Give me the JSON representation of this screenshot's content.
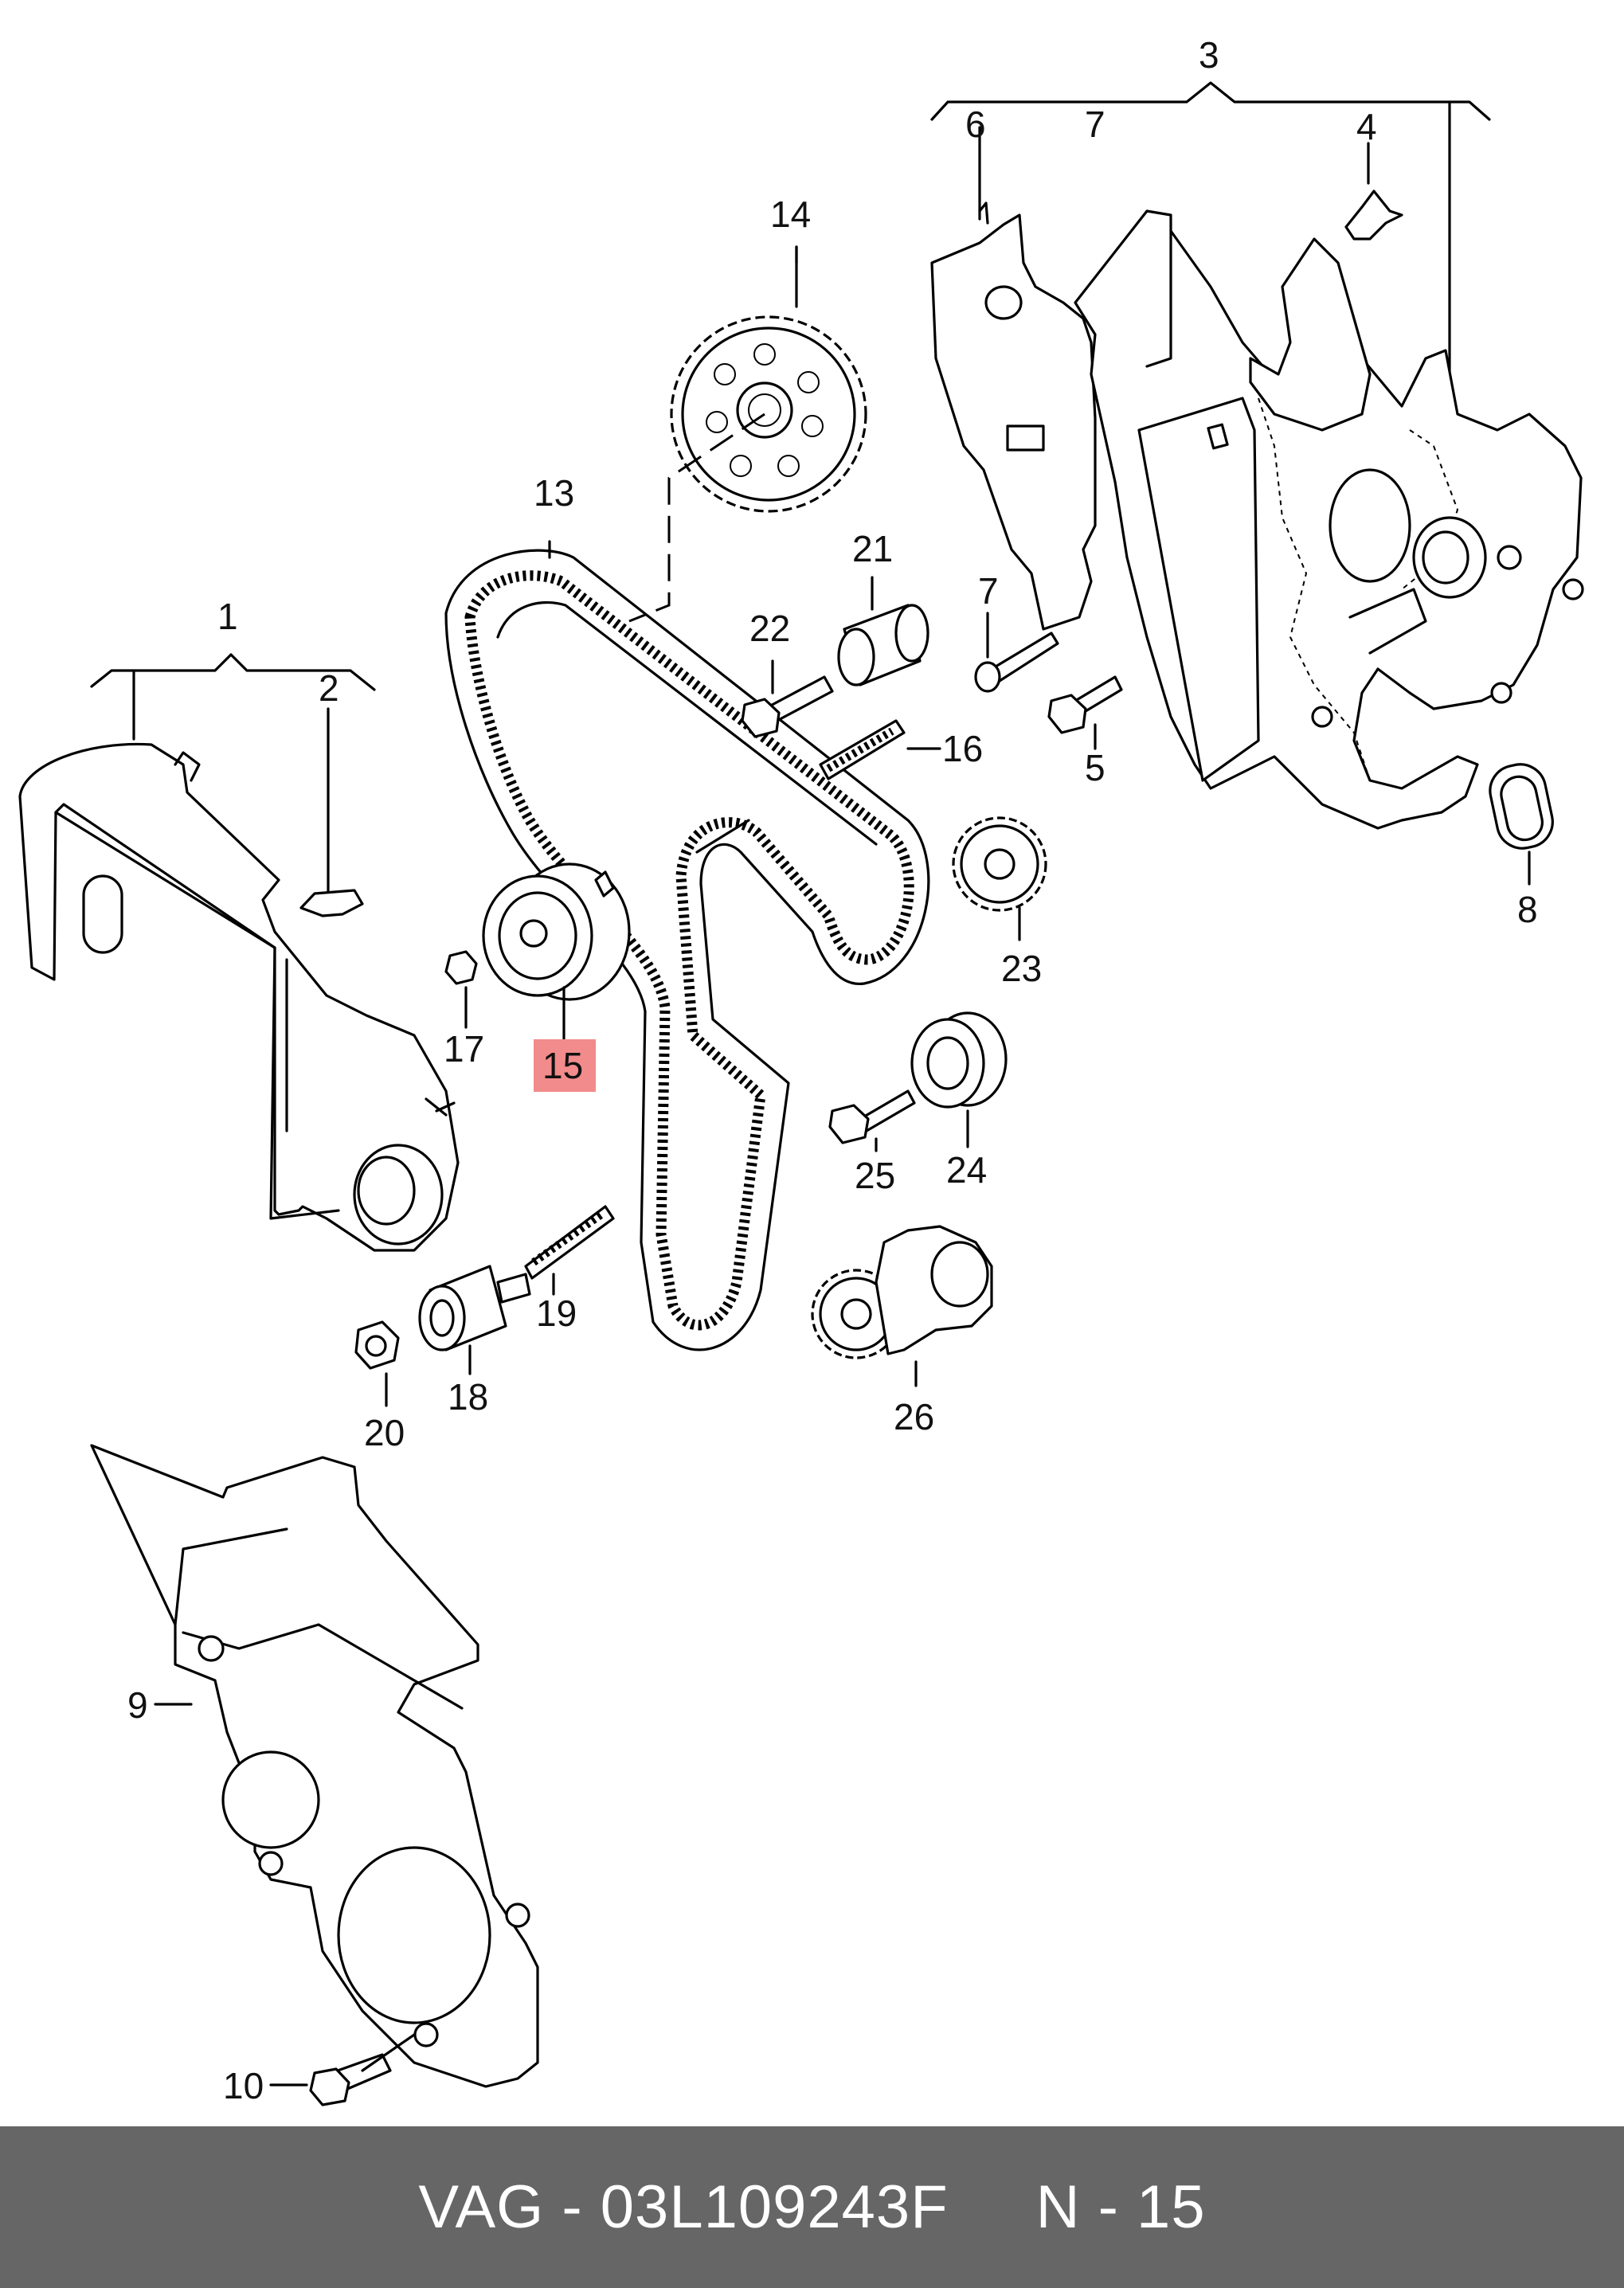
{
  "callouts": {
    "c1": "1",
    "c2": "2",
    "c3": "3",
    "c4": "4",
    "c5": "5",
    "c6": "6",
    "c7a": "7",
    "c7b": "7",
    "c8": "8",
    "c9": "9",
    "c10": "10",
    "c13": "13",
    "c14": "14",
    "c15": "15",
    "c16": "16",
    "c17": "17",
    "c18": "18",
    "c19": "19",
    "c20": "20",
    "c21": "21",
    "c22": "22",
    "c23": "23",
    "c24": "24",
    "c25": "25",
    "c26": "26"
  },
  "highlight": {
    "part": "15",
    "color": "#f28b8b"
  },
  "footer": {
    "part_number": "VAG - 03L109243F",
    "page_ref": "N - 15",
    "background": "#666666"
  }
}
